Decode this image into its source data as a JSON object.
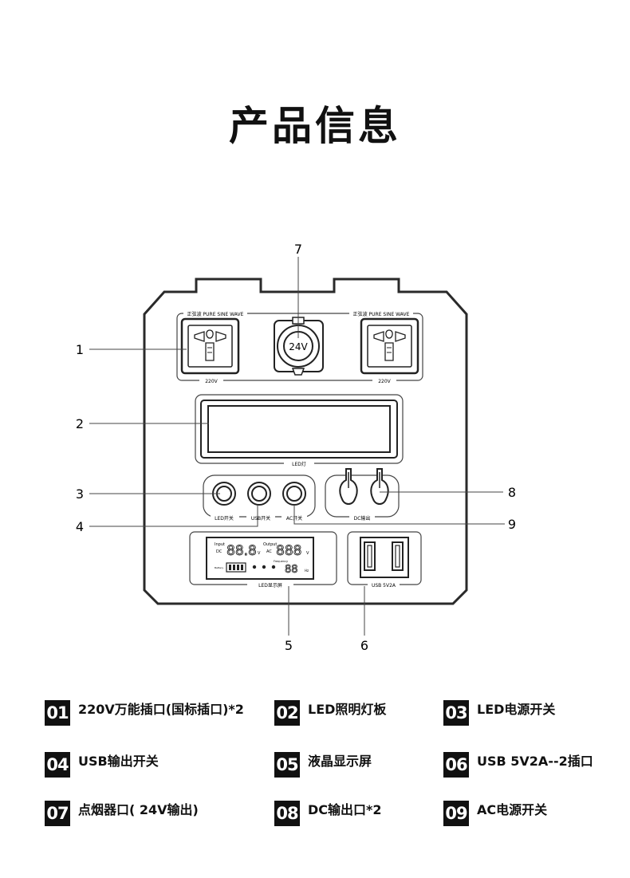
{
  "title": "产品信息",
  "panel": {
    "socket_top_label": "正弦波 PURE SINE WAVE",
    "socket_bottom_label": "220V",
    "cig_label": "24V",
    "led_panel_label": "LED灯",
    "switch_labels": [
      "LED开关",
      "USB开关",
      "AC开关"
    ],
    "dc_label": "DC输出",
    "lcd_label": "LED显示屏",
    "usb_label": "USB 5V2A",
    "lcd": {
      "input": "Input",
      "dc": "DC",
      "output": "Output",
      "ac": "AC",
      "v": "V",
      "frequency": "Frequency",
      "hz": "Hz",
      "battery": "Battery",
      "in_digits": "88.8",
      "out_digits": "888",
      "freq_digits": "88"
    }
  },
  "callouts": [
    "1",
    "2",
    "3",
    "4",
    "5",
    "6",
    "7",
    "8",
    "9"
  ],
  "legend": [
    {
      "num": "01",
      "text": "220V万能插口(国标插口)*2"
    },
    {
      "num": "02",
      "text": "LED照明灯板"
    },
    {
      "num": "03",
      "text": "LED电源开关"
    },
    {
      "num": "04",
      "text": "USB输出开关"
    },
    {
      "num": "05",
      "text": "液晶显示屏"
    },
    {
      "num": "06",
      "text": "USB 5V2A--2插口"
    },
    {
      "num": "07",
      "text": "点烟器口( 24V输出)"
    },
    {
      "num": "08",
      "text": "DC输出口*2"
    },
    {
      "num": "09",
      "text": "AC电源开关"
    }
  ]
}
